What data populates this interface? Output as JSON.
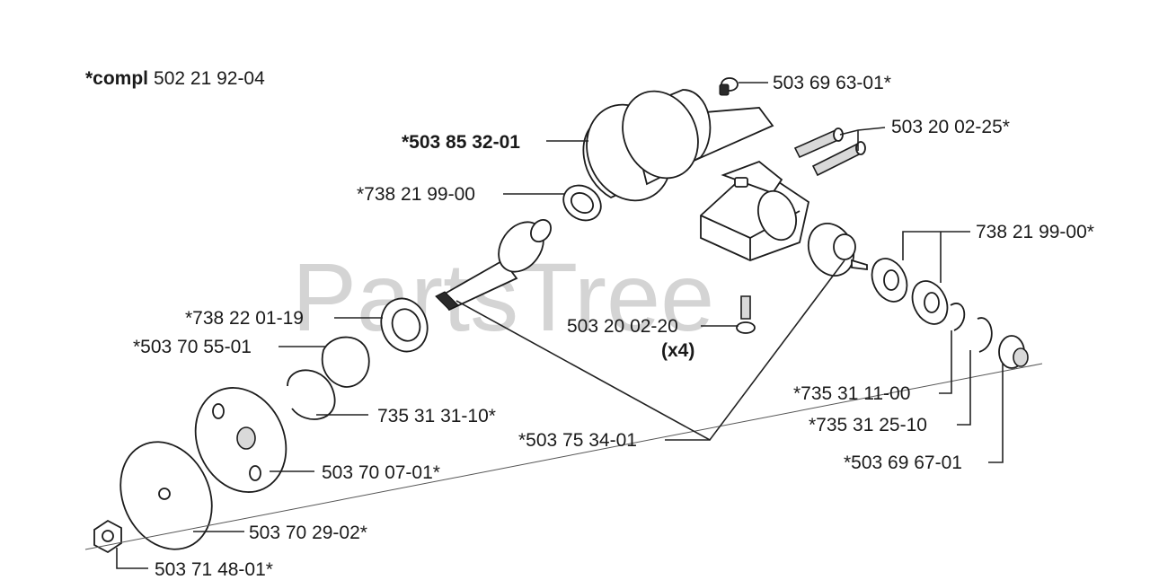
{
  "watermark": "PartsTree",
  "assembly": {
    "prefix": "*compl",
    "number": "502 21 92-04"
  },
  "labels": {
    "p503696301": "503 69 63-01*",
    "p503200225": "503 20 02-25*",
    "p503853201": "*503 85 32-01",
    "p738219900a": "*738 21 99-00",
    "p738219900b": "738 21 99-00*",
    "p738220119": "*738 22 01-19",
    "p503705501": "*503 70 55-01",
    "p503200220": "503 20 02-20",
    "qty_x4": "(x4)",
    "p735313110": "735 31 31-10*",
    "p503753401": "*503 75 34-01",
    "p735311100": "*735 31 11-00",
    "p735312510": "*735 31 25-10",
    "p503696701": "*503 69 67-01",
    "p503700701": "503 70 07-01*",
    "p503702902": "503 70 29-02*",
    "p503714801": "503 71 48-01*"
  }
}
